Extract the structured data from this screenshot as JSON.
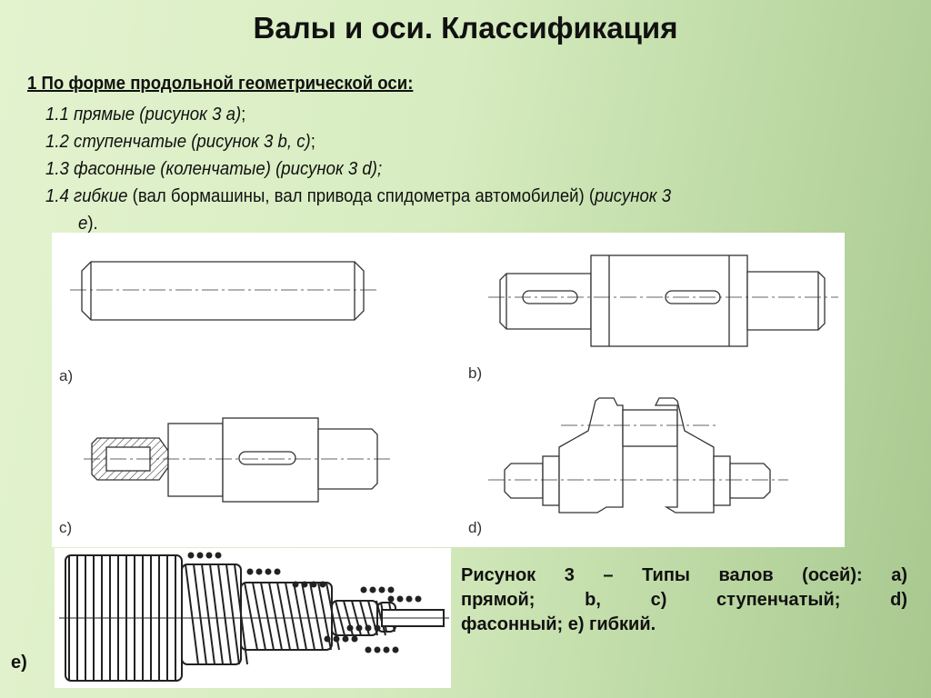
{
  "title": "Валы и оси. Классификация",
  "heading": "1 По форме продольной геометрической оси:",
  "items": [
    {
      "num": "1.1",
      "term": "прямые",
      "rest_italic": " (рисунок 3 а)",
      "tail": ";"
    },
    {
      "num": "1.2",
      "term": "ступенчатые",
      "rest_italic": " (рисунок 3 b, c)",
      "tail": ";"
    },
    {
      "num": "1.3",
      "term": "фасонные (коленчатые)",
      "rest_italic": " (рисунок 3 d);",
      "tail": ""
    },
    {
      "num": "1.4",
      "term": "гибкие",
      "rest_plain": " (вал бормашины, вал привода спидометра автомобилей) (",
      "rest_italic": "рисунок 3",
      "wrap": "e",
      "tail": ")."
    }
  ],
  "figure_labels": {
    "a": "a)",
    "b": "b)",
    "c": "c)",
    "d": "d)",
    "e": "e)"
  },
  "caption": {
    "line1": "Рисунок 3 – Типы валов (осей): a)",
    "line2": "прямой; b, c) ступенчатый; d)",
    "line3": "фасонный; e) гибкий."
  }
}
